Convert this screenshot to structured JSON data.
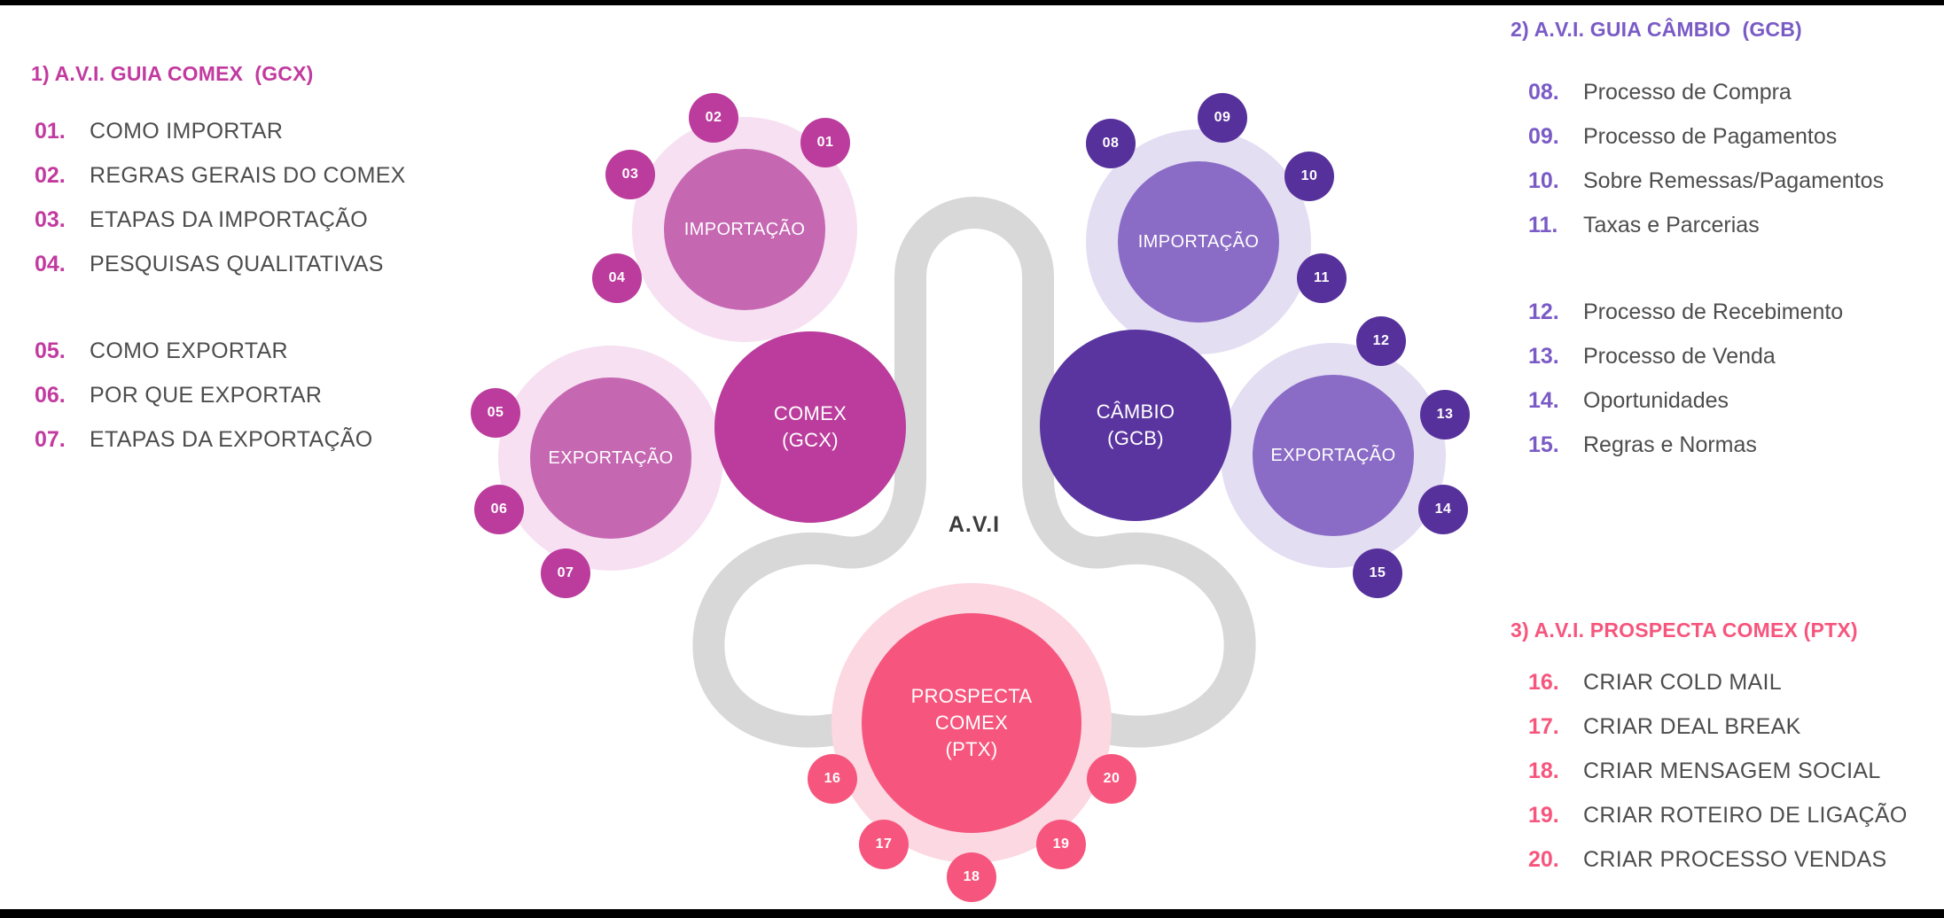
{
  "colors": {
    "heading-magenta": "#c23a9f",
    "magenta-hub": "#bb3c9c",
    "magenta-node": "#c667b2",
    "magenta-halo": "#f6e0f2",
    "heading-purple": "#7a5bc6",
    "purple-hub": "#5a35a0",
    "purple-node": "#8a6cc6",
    "purple-halo": "#e4def3",
    "purple-bubble": "#56319b",
    "heading-pink": "#f6567d",
    "pink-hub": "#f6567d",
    "pink-halo": "#fcd8e2",
    "connector-gray": "#d8d8d8",
    "label-gray": "#4d4d4d",
    "avi-dark": "#3c3c3c",
    "frame-black": "#000000"
  },
  "panels": {
    "comex": {
      "heading": "1) A.V.I. GUIA COMEX  (GCX)",
      "group1": [
        {
          "num": "01.",
          "label": "COMO IMPORTAR"
        },
        {
          "num": "02.",
          "label": "REGRAS GERAIS DO COMEX"
        },
        {
          "num": "03.",
          "label": "ETAPAS DA IMPORTAÇÃO"
        },
        {
          "num": "04.",
          "label": "PESQUISAS QUALITATIVAS"
        }
      ],
      "group2": [
        {
          "num": "05.",
          "label": "COMO EXPORTAR"
        },
        {
          "num": "06.",
          "label": "POR QUE EXPORTAR"
        },
        {
          "num": "07.",
          "label": "ETAPAS DA EXPORTAÇÃO"
        }
      ]
    },
    "cambio": {
      "heading": "2) A.V.I. GUIA CÂMBIO  (GCB)",
      "group1": [
        {
          "num": "08.",
          "label": "Processo de Compra"
        },
        {
          "num": "09.",
          "label": "Processo de Pagamentos"
        },
        {
          "num": "10.",
          "label": "Sobre Remessas/Pagamentos"
        },
        {
          "num": "11.",
          "label": "Taxas e Parcerias"
        }
      ],
      "group2": [
        {
          "num": "12.",
          "label": "Processo de Recebimento"
        },
        {
          "num": "13.",
          "label": "Processo de Venda"
        },
        {
          "num": "14.",
          "label": "Oportunidades"
        },
        {
          "num": "15.",
          "label": "Regras e Normas"
        }
      ]
    },
    "prospecta": {
      "heading": "3) A.V.I. PROSPECTA COMEX (PTX)",
      "group1": [
        {
          "num": "16.",
          "label": "CRIAR COLD MAIL"
        },
        {
          "num": "17.",
          "label": "CRIAR DEAL BREAK"
        },
        {
          "num": "18.",
          "label": "CRIAR MENSAGEM SOCIAL"
        },
        {
          "num": "19.",
          "label": "CRIAR ROTEIRO DE LIGAÇÃO"
        },
        {
          "num": "20.",
          "label": "CRIAR PROCESSO VENDAS"
        }
      ]
    }
  },
  "diagram": {
    "center_label": "A.V.I",
    "hubs": {
      "comex": "COMEX\n(GCX)",
      "cambio": "CÂMBIO\n(GCB)",
      "prospecta": "PROSPECTA\nCOMEX\n(PTX)"
    },
    "nodes": {
      "import_left": "IMPORTAÇÃO",
      "export_left": "EXPORTAÇÃO",
      "import_right": "IMPORTAÇÃO",
      "export_right": "EXPORTAÇÃO"
    },
    "numbers": [
      "01",
      "02",
      "03",
      "04",
      "05",
      "06",
      "07",
      "08",
      "09",
      "10",
      "11",
      "12",
      "13",
      "14",
      "15",
      "16",
      "17",
      "18",
      "19",
      "20"
    ]
  }
}
